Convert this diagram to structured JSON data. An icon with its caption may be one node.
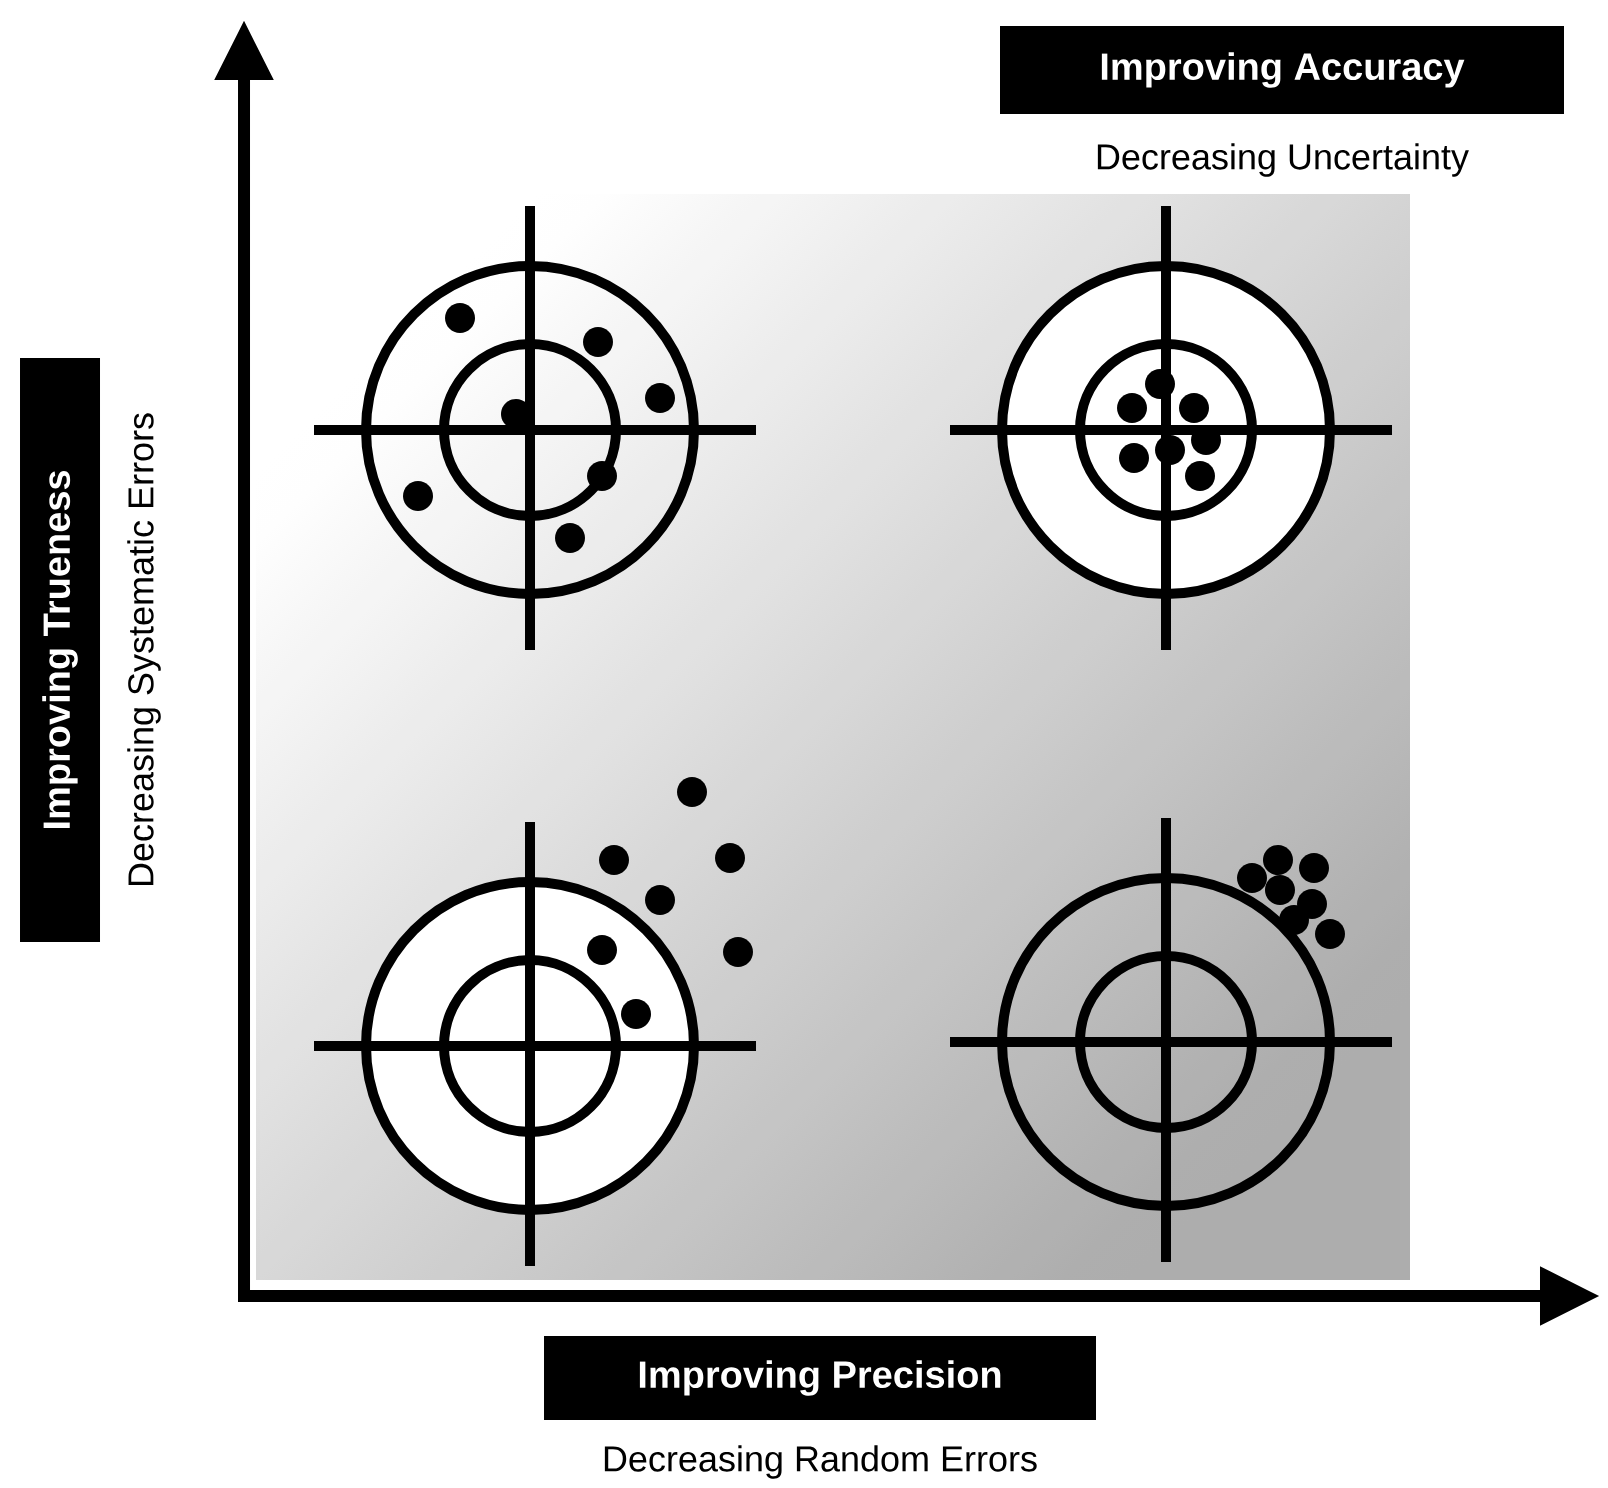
{
  "diagram": {
    "nodes": [
      {
        "text": [
          "Improving Accuracy"
        ],
        "beside": [
          "Decreasing Uncertainty"
        ]
      },
      {
        "text": [
          "Improving Trueness"
        ],
        "beside": [
          "Decreasing Systematic Errors"
        ]
      },
      {
        "text": [
          "Improving Precision"
        ],
        "beside": [
          "Decreasing Random Errors"
        ]
      }
    ]
  }
}
